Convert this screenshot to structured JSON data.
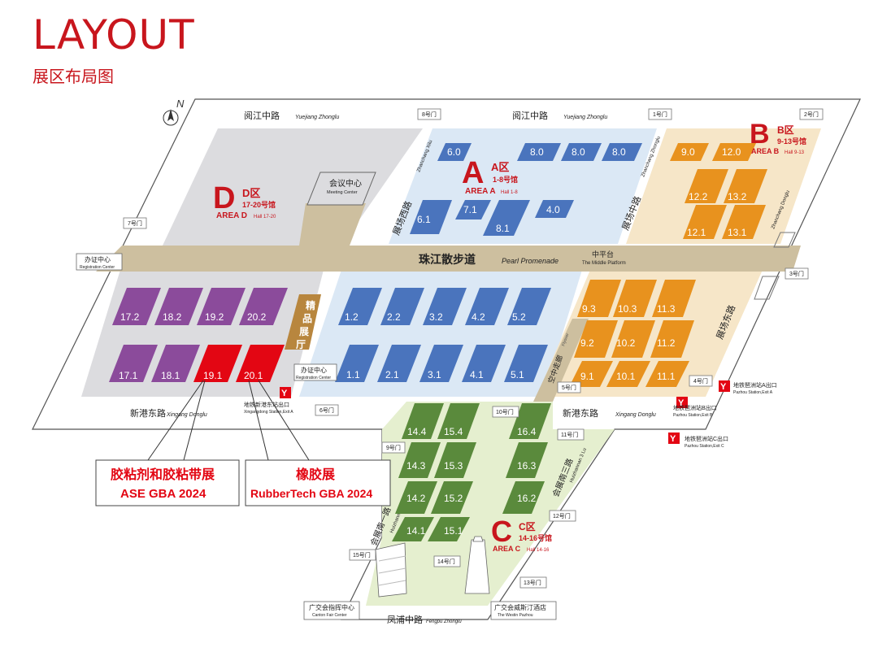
{
  "header": {
    "title": "LAYOUT",
    "subtitle": "展区布局图"
  },
  "compass": {
    "label": "N"
  },
  "roads": {
    "yuejiang_left_cn": "阅江中路",
    "yuejiang_left_en": "Yuejiang Zhonglu",
    "yuejiang_right_cn": "阅江中路",
    "yuejiang_right_en": "Yuejiang Zhonglu",
    "xingang_left_cn": "新港东路",
    "xingang_left_en": "Xingang Donglu",
    "xingang_right_cn": "新港东路",
    "xingang_right_en": "Xingang Donglu",
    "zhanchang_west_cn": "展场西路",
    "zhanchang_west_en": "Zhanchang Xilu",
    "zhanchang_mid_cn": "展场中路",
    "zhanchang_mid_en": "Zhanchang Zhonglu",
    "zhanchang_east_cn": "展场东路",
    "zhanchang_east_en": "Zhanchang Donglu",
    "huizhan1_cn": "会展南一路",
    "huizhan1_en": "Huizhannan 1 Lu",
    "huizhan3_cn": "会展南三路",
    "huizhan3_en": "Huizhannan 3 Lu",
    "fengpu_cn": "凤浦中路",
    "fengpu_en": "Fengpu Zhonglu"
  },
  "promenade": {
    "cn": "珠江散步道",
    "en": "Pearl Promenade",
    "platform_cn": "中平台",
    "platform_en": "The Middle Platform"
  },
  "areas": {
    "A": {
      "letter": "A",
      "cn": "A区",
      "halls_cn": "1-8号馆",
      "en": "AREA A",
      "halls_en": "Hall 1-8",
      "color": "#4a74bd",
      "bg": "#dbe8f5"
    },
    "B": {
      "letter": "B",
      "cn": "B区",
      "halls_cn": "9-13号馆",
      "en": "AREA B",
      "halls_en": "Hall 9-13",
      "color": "#e8921e",
      "bg": "#f6e6c8"
    },
    "C": {
      "letter": "C",
      "cn": "C区",
      "halls_cn": "14-16号馆",
      "en": "AREA C",
      "halls_en": "Hall 14-16",
      "color": "#5a8a3c",
      "bg": "#e5efcf"
    },
    "D": {
      "letter": "D",
      "cn": "D区",
      "halls_cn": "17-20号馆",
      "en": "AREA D",
      "halls_en": "Hall 17-20",
      "color": "#8b4b9b",
      "bg": "#dcdcdf"
    }
  },
  "halls": {
    "a": [
      "6.0",
      "8.0",
      "8.0",
      "8.0",
      "6.1",
      "7.1",
      "8.1",
      "4.0"
    ],
    "a_lower": [
      "1.2",
      "2.2",
      "3.2",
      "4.2",
      "5.2",
      "1.1",
      "2.1",
      "3.1",
      "4.1",
      "5.1"
    ],
    "b": [
      "9.0",
      "12.0",
      "12.2",
      "13.2",
      "12.1",
      "13.1"
    ],
    "b_lower": [
      "9.3",
      "10.3",
      "11.3",
      "9.2",
      "10.2",
      "11.2",
      "9.1",
      "10.1",
      "11.1"
    ],
    "c": [
      "14.4",
      "15.4",
      "16.4",
      "14.3",
      "15.3",
      "16.3",
      "14.2",
      "15.2",
      "16.2",
      "14.1",
      "15.1"
    ],
    "d": [
      "17.2",
      "18.2",
      "19.2",
      "20.2",
      "17.1",
      "18.1",
      "19.1",
      "20.1"
    ]
  },
  "highlight_color": "#e30613",
  "buildings": {
    "meeting_cn": "会议中心",
    "meeting_en": "Meeting Center",
    "boutique": "精品展厅",
    "flyover_cn": "空中走廊",
    "flyover_en": "Flyover",
    "reg_left_cn": "办证中心",
    "reg_left_en": "Registration Center",
    "reg_mid_cn": "办证中心",
    "reg_mid_en": "Registration Center",
    "guide_cn": "广交会指挥中心",
    "guide_en": "Canton Fair Center",
    "westin_cn": "广交会威斯汀酒店",
    "westin_en": "The Westin Pazhou"
  },
  "gates": [
    "1号门",
    "2号门",
    "3号门",
    "4号门",
    "5号门",
    "6号门",
    "7号门",
    "8号门",
    "9号门",
    "10号门",
    "11号门",
    "12号门",
    "13号门",
    "14号门",
    "15号门"
  ],
  "metro": {
    "xingangdong_cn": "地铁新港东站出口",
    "xingangdong_en": "Xingangdong Station,Exit A",
    "a_cn": "地铁琶洲站A出口",
    "a_en": "Pazhou Station,Exit A",
    "b_cn": "地铁琶洲站B出口",
    "b_en": "Pazhou Station,Exit B",
    "c_cn": "地铁琶洲站C出口",
    "c_en": "Pazhou Station,Exit C"
  },
  "callouts": {
    "ase_cn": "胶粘剂和胶粘带展",
    "ase_en": "ASE GBA 2024",
    "rubber_cn": "橡胶展",
    "rubber_en": "RubberTech GBA  2024"
  }
}
